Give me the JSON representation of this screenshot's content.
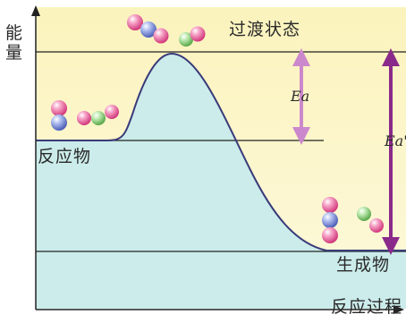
{
  "axes": {
    "y_label": "能量",
    "x_label": "反应过程"
  },
  "levels": {
    "transition_state": "过渡状态",
    "reactants": "反应物",
    "products": "生成物"
  },
  "arrows": {
    "activation_energy": "Ea",
    "reverse_activation_energy": "Ea'"
  },
  "colors": {
    "background_band": "#fbf6c8",
    "area_fill": "#c8ebea",
    "curve": "#3a3a7a",
    "arrow_ea": "#cc88cc",
    "arrow_ea_reverse": "#8a2a8a",
    "atom_pink": "#e8609a",
    "atom_blue": "#7a8ed8",
    "atom_green": "#8ccf7c"
  }
}
